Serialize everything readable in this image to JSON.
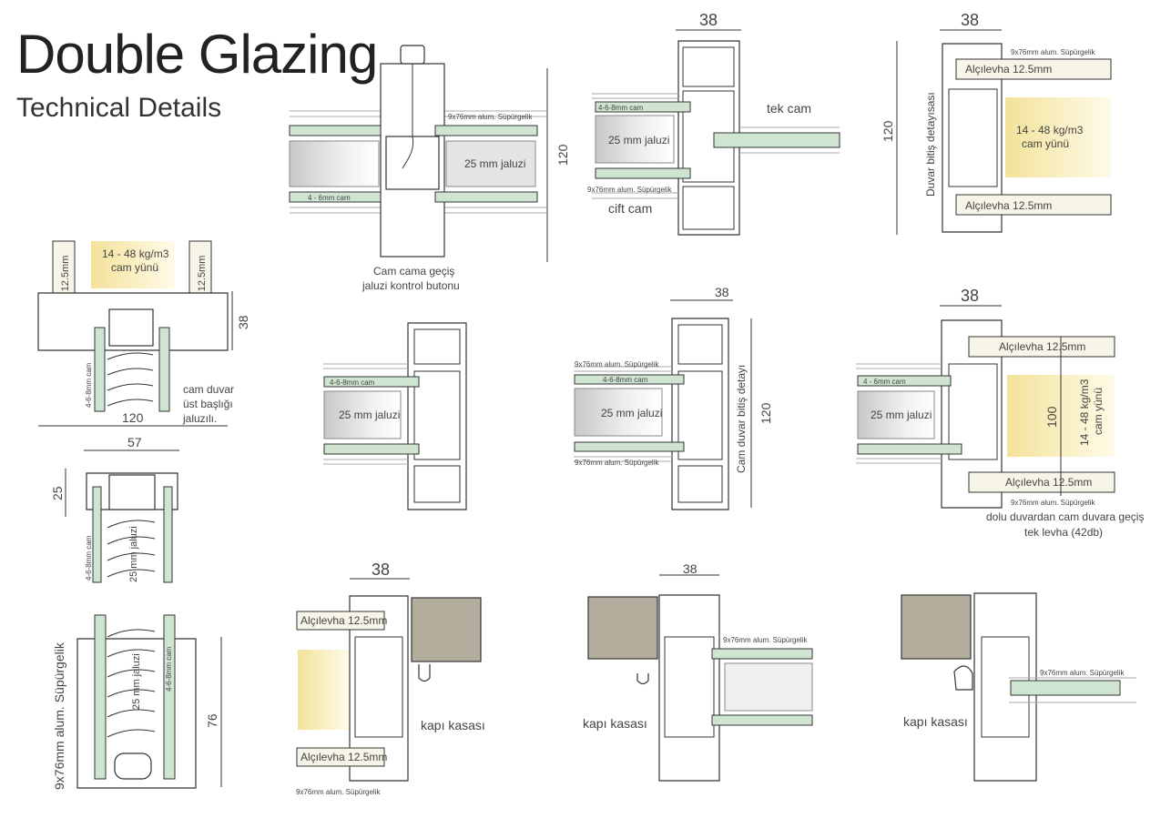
{
  "heading": {
    "title": "Double Glazing",
    "subtitle": "Technical Details"
  },
  "colors": {
    "glass": "#cfe5d2",
    "board": "#f7f4e8",
    "wool": "#f5e9a6",
    "door": "#b3ad9d",
    "line": "#333333"
  },
  "labels": {
    "skirting_long": "9x76mm alum. Süpürgelik",
    "skirting_short": "9x76mm alum. Süpürgelik",
    "blind_25": "25 mm jaluzi",
    "glass_468": "4-6-8mm cam",
    "glass_46": "4 - 6mm cam",
    "board": "Alçılevha 12.5mm",
    "board_spaced": "Alçılevha  12.5mm",
    "wool_density": "14 - 48 kg/m3",
    "wool": "cam yünü",
    "single_glass": "tek cam",
    "double_glass": "cift cam",
    "glass_transition_1": "Cam cama geçiş",
    "glass_transition_2": "jaluzi kontrol butonu",
    "wall_junction": "Duvar bitiş detayısası",
    "glass_wall_junction": "Cam duvar bitiş detayı",
    "header_1": "cam duvar",
    "header_2": "üst başlığı",
    "header_3": "jaluzılı.",
    "solid_to_glass_1": "dolu duvardan cam duvara geçiş",
    "solid_to_glass_2": "tek levha (42db)",
    "door_frame": "kapı kasası",
    "skirting_vertical": "9x76mm alum. Süpürgelik",
    "blind_25_short": "25 mm jaluzi"
  },
  "dimensions": {
    "d38": "38",
    "d120": "120",
    "d57": "57",
    "d25": "25",
    "d76": "76",
    "d100": "100"
  }
}
